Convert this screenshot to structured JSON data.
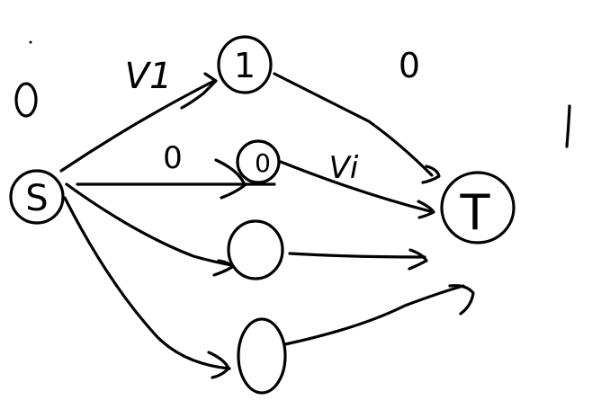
{
  "diagram": {
    "nodes": [
      {
        "id": "S",
        "label": "S"
      },
      {
        "id": "n1",
        "label": "1"
      },
      {
        "id": "n0",
        "label": "0"
      },
      {
        "id": "n3",
        "label": ""
      },
      {
        "id": "n4",
        "label": ""
      },
      {
        "id": "T",
        "label": "T"
      }
    ],
    "edge_labels": [
      {
        "id": "s-to-1",
        "label": "V1"
      },
      {
        "id": "s-to-0",
        "label": "0"
      },
      {
        "id": "0-to-t",
        "label": "Vi"
      },
      {
        "id": "1-to-t",
        "label": "0"
      }
    ],
    "margin_labels": {
      "left": "0",
      "right": "|"
    },
    "ink_color": "#000000",
    "background_color": "#ffffff"
  }
}
